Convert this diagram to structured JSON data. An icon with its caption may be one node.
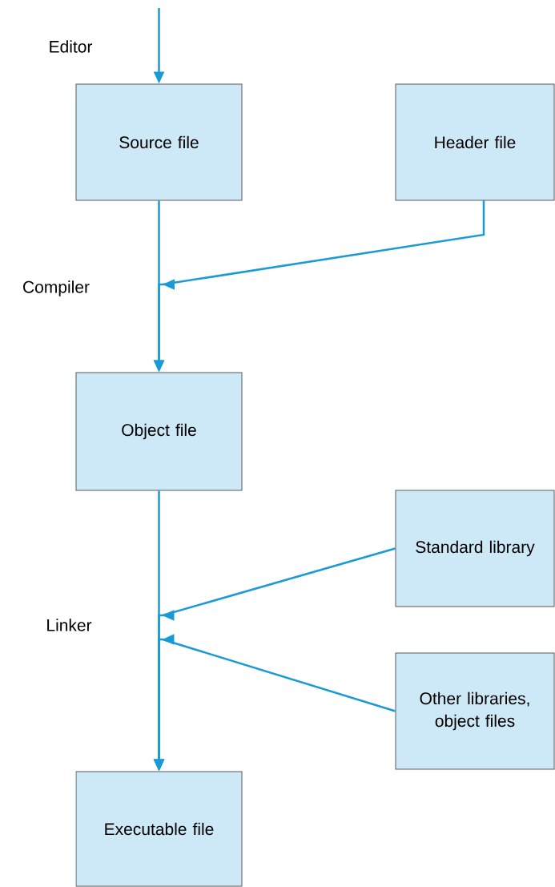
{
  "diagram": {
    "nodes": [
      {
        "text": [
          "Source file"
        ]
      },
      {
        "text": [
          "Header file"
        ]
      },
      {
        "text": [
          "Object file"
        ]
      },
      {
        "text": [
          "Standard library"
        ]
      },
      {
        "text": [
          "Other libraries, object files"
        ]
      },
      {
        "text": [
          "Executable file"
        ]
      }
    ],
    "edges": [
      {
        "from": null,
        "to": 0,
        "arrow": "to"
      },
      {
        "from": 0,
        "to": 2,
        "arrow": "to"
      },
      {
        "from": 1,
        "to": 2,
        "arrow": "to"
      },
      {
        "from": 2,
        "to": 5,
        "arrow": "to"
      },
      {
        "from": 3,
        "to": 5,
        "arrow": "to"
      },
      {
        "from": 4,
        "to": 5,
        "arrow": "to"
      }
    ],
    "labels": [
      "Editor",
      "Compiler",
      "Linker"
    ]
  }
}
